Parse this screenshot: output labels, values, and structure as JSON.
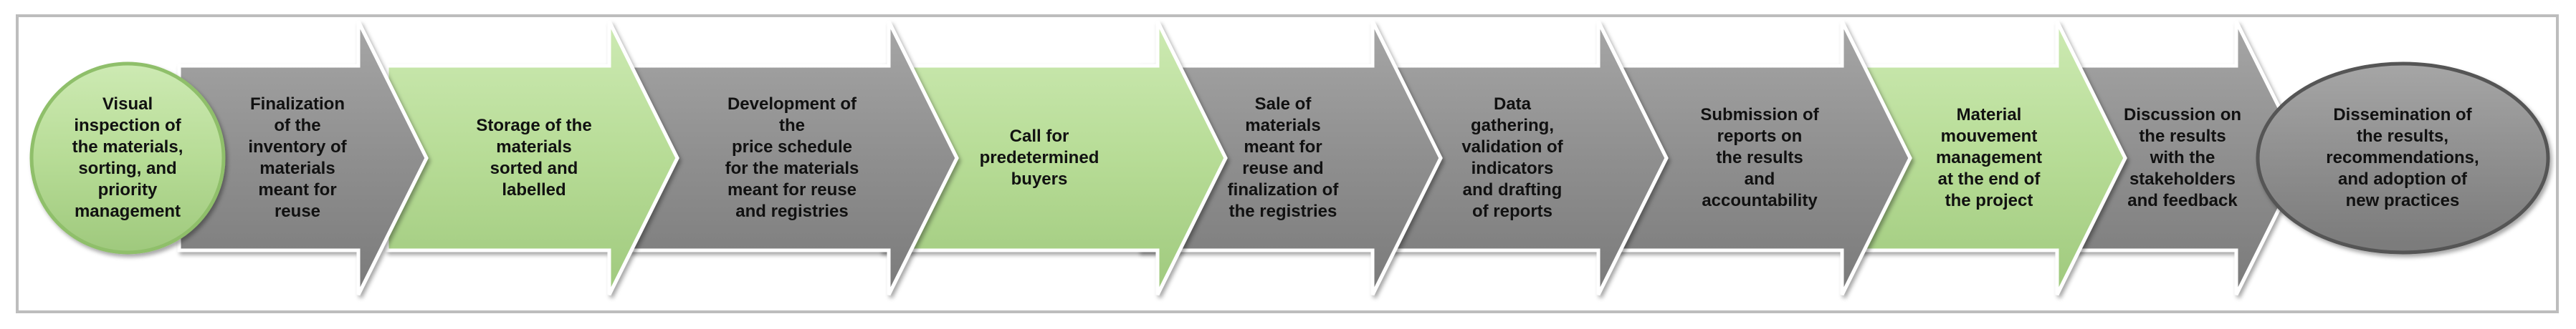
{
  "colors": {
    "green": "#b7dc96",
    "gray": "#8f8f8f",
    "text": "#111111"
  },
  "steps": [
    {
      "label": "Visual\ninspection of\nthe materials,\nsorting, and\npriority\nmanagement",
      "shape": "circle",
      "color": "green"
    },
    {
      "label": "Finalization\nof the\ninventory of\nmaterials\nmeant for\nreuse",
      "shape": "arrow",
      "color": "gray"
    },
    {
      "label": "Storage of the\nmaterials\nsorted and\nlabelled",
      "shape": "arrow",
      "color": "green"
    },
    {
      "label": "Development of\nthe\nprice schedule\nfor the materials\nmeant for reuse\nand registries",
      "shape": "arrow",
      "color": "gray"
    },
    {
      "label": "Call for\npredetermined\nbuyers",
      "shape": "arrow",
      "color": "green"
    },
    {
      "label": "Sale of\nmaterials\nmeant for\nreuse and\nfinalization of\nthe registries",
      "shape": "arrow",
      "color": "gray"
    },
    {
      "label": "Data\ngathering,\nvalidation of\nindicators\nand drafting\nof reports",
      "shape": "arrow",
      "color": "gray"
    },
    {
      "label": "Submission of\nreports on\nthe results\nand\naccountability",
      "shape": "arrow",
      "color": "gray"
    },
    {
      "label": "Material\nmouvement\nmanagement\nat the end of\nthe project",
      "shape": "arrow",
      "color": "green"
    },
    {
      "label": "Discussion on\nthe results\nwith the\nstakeholders\nand feedback",
      "shape": "arrow",
      "color": "gray"
    },
    {
      "label": "Dissemination of\nthe results,\nrecommendations,\nand adoption of\nnew practices",
      "shape": "circle",
      "color": "gray"
    }
  ]
}
